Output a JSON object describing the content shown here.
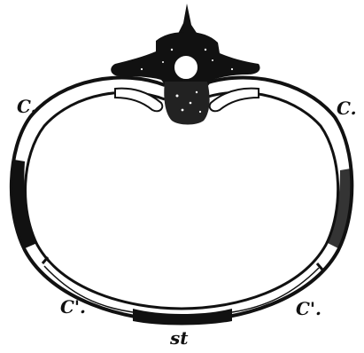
{
  "labels": {
    "rib_left": "C.",
    "rib_right": "C.",
    "cartilage_left": "C'.",
    "cartilage_right": "C'.",
    "sternum": "st"
  },
  "colors": {
    "ink": "#111111",
    "paper": "#ffffff"
  }
}
